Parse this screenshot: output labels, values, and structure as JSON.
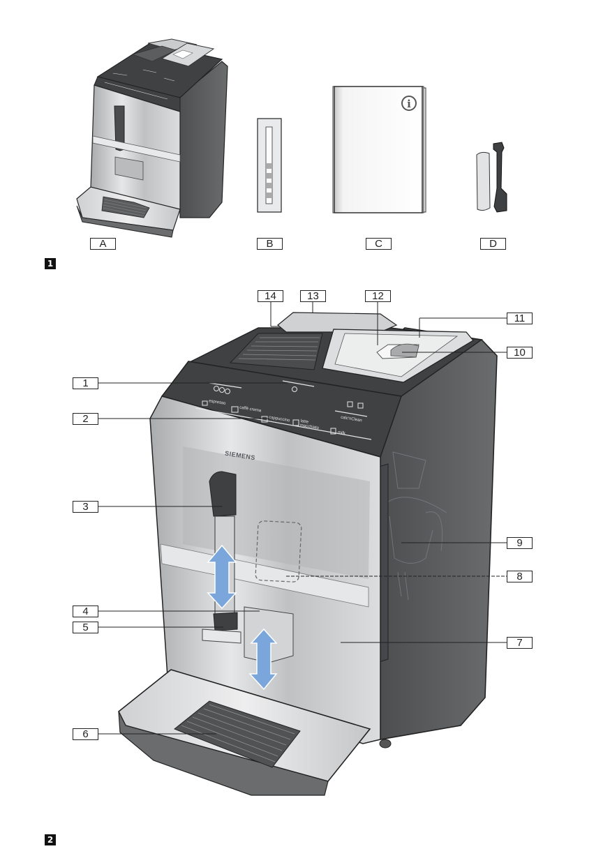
{
  "figure1": {
    "badge": "1",
    "items": [
      {
        "id": "A",
        "label": "A",
        "description": "coffee-machine"
      },
      {
        "id": "B",
        "label": "B",
        "description": "water-hardness-test-strip"
      },
      {
        "id": "C",
        "label": "C",
        "description": "instruction-manual"
      },
      {
        "id": "D",
        "label": "D",
        "description": "milk-tube-set"
      }
    ]
  },
  "figure2": {
    "badge": "2",
    "brand": "SIEMENS",
    "control_panel": {
      "beverages": [
        "espresso",
        "caffè crema",
        "cappuccino",
        "latte macchiato",
        "milk"
      ],
      "clean_label": "calc'nClean"
    },
    "callouts": [
      "1",
      "2",
      "3",
      "4",
      "5",
      "6",
      "7",
      "8",
      "9",
      "10",
      "11",
      "12",
      "13",
      "14"
    ]
  },
  "colors": {
    "body_dark": "#555759",
    "panel_dark": "#3f4143",
    "silver": "#c9cbcd",
    "arrow_blue": "#7aa6dc"
  }
}
